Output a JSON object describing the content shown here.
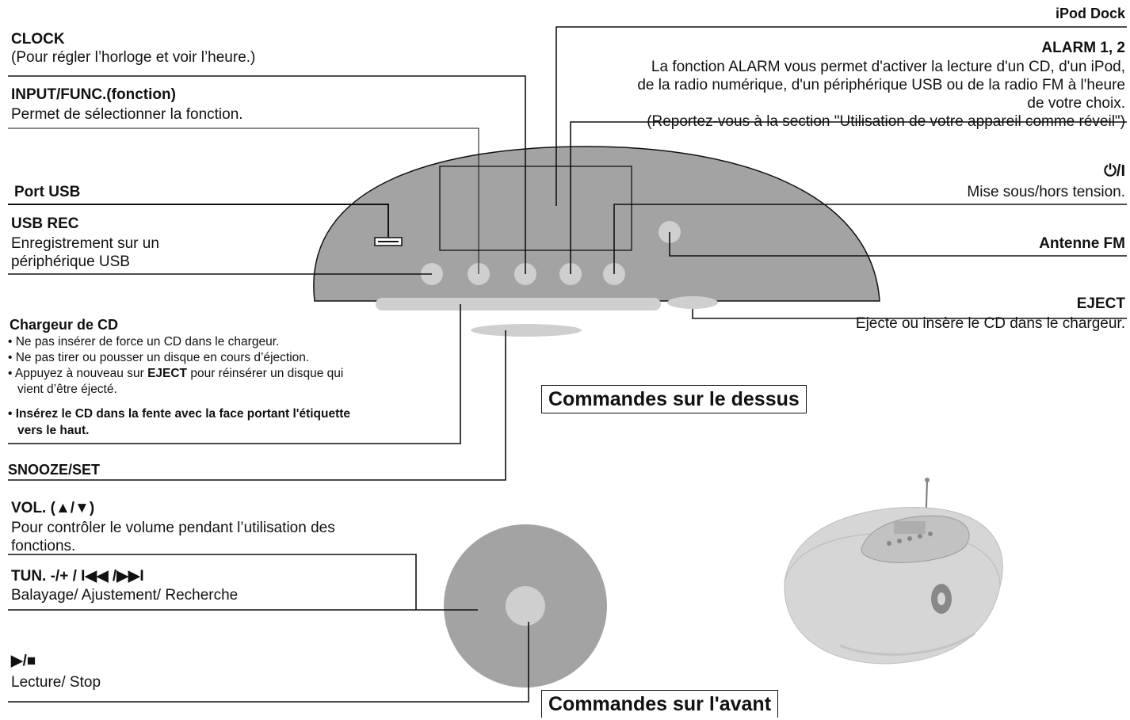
{
  "left": {
    "clock": {
      "title": "CLOCK",
      "desc": "(Pour régler l’horloge et voir l’heure.)"
    },
    "input": {
      "title": "INPUT/FUNC.(fonction)",
      "desc": "Permet de sélectionner la fonction."
    },
    "usb_port": {
      "title": "Port USB"
    },
    "usb_rec": {
      "title": "USB REC",
      "desc_1": "Enregistrement sur un",
      "desc_2": "périphérique USB"
    },
    "cd_loader": {
      "title": "Chargeur de CD",
      "bullet_1": "• Ne pas insérer de force un CD dans le chargeur.",
      "bullet_2": "• Ne pas tirer ou pousser un disque en cours d’éjection.",
      "bullet_3_pre": "• Appuyez à nouveau sur ",
      "bullet_3_bold": "EJECT",
      "bullet_3_post": " pour réinsérer un disque qui",
      "bullet_3_cont": "vient d’être éjecté.",
      "bullet_4": "• Insérez le CD dans la fente avec la face portant l'étiquette",
      "bullet_4_cont": "vers le haut."
    },
    "snooze": {
      "title": "SNOOZE/SET"
    },
    "vol": {
      "title": "VOL. (▲/▼)",
      "desc_1": "Pour contrôler le volume pendant l’utilisation des",
      "desc_2": "fonctions."
    },
    "tun": {
      "title": "TUN. -/+ / I◀◀ /▶▶I",
      "desc": "Balayage/ Ajustement/ Recherche"
    },
    "play": {
      "title": "▶/■",
      "desc": "Lecture/ Stop"
    }
  },
  "right": {
    "ipod_dock": {
      "title": "iPod Dock"
    },
    "alarm": {
      "title": "ALARM 1, 2",
      "desc_1": "La fonction ALARM vous permet d'activer la lecture d'un CD, d'un iPod,",
      "desc_2": "de la radio numérique, d'un périphérique USB ou de la radio FM à l'heure",
      "desc_3": "de votre choix.",
      "desc_4": "(Reportez-vous à la section \"Utilisation de votre appareil comme réveil\")"
    },
    "power": {
      "title": "⏻/I",
      "desc": "Mise sous/hors tension."
    },
    "antenna": {
      "title": "Antenne FM"
    },
    "eject": {
      "title": "EJECT",
      "desc": "Ejecte ou insère le CD dans le chargeur."
    }
  },
  "sections": {
    "top": "Commandes sur le dessus",
    "front": "Commandes sur l'avant"
  },
  "colors": {
    "body_fill": "#a3a3a3",
    "button_fill": "#cfcfcf",
    "line": "#111111"
  }
}
